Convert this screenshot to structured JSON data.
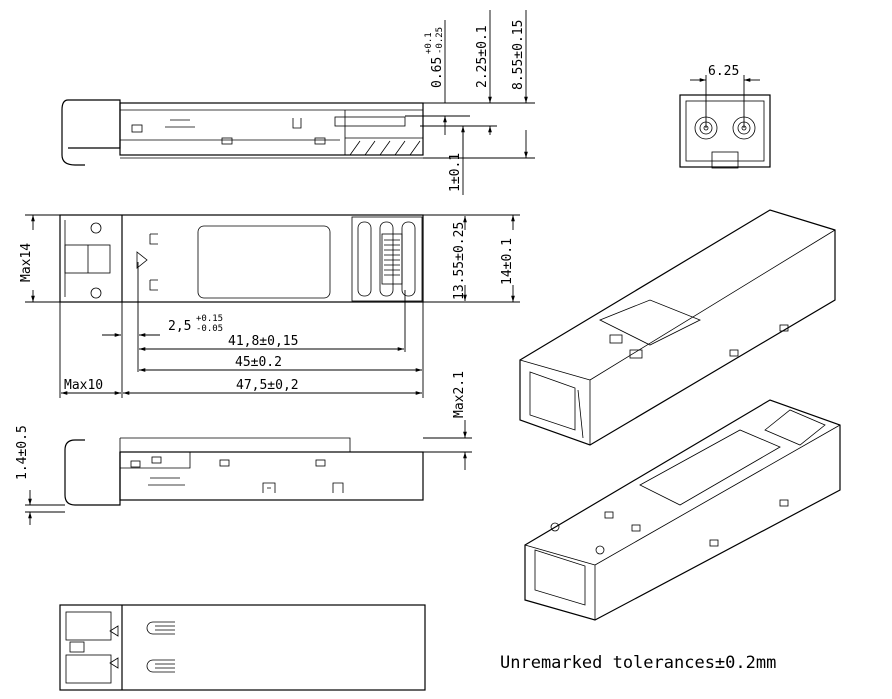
{
  "side_view_top": {
    "dim_065": {
      "base": "0.65",
      "upper": "+0.1",
      "lower": "-0.25"
    },
    "dim_225": "2.25±0.1",
    "dim_855": "8.55±0.15",
    "dim_1": "1±0.1"
  },
  "front_view": {
    "dim_pitch": "6.25"
  },
  "top_view": {
    "max14": "Max14",
    "dim_1355": "13.55±0.25",
    "dim_14": "14±0.1",
    "dim_25": {
      "base": "2,5",
      "upper": "+0.15",
      "lower": "-0.05"
    },
    "dim_418": "41,8±0,15",
    "dim_45": "45±0.2",
    "dim_475": "47,5±0,2",
    "max10": "Max10"
  },
  "side_view_bottom": {
    "max21": "Max2.1",
    "dim_14": "1.4±0.5"
  },
  "note": "Unremarked tolerances±0.2mm"
}
